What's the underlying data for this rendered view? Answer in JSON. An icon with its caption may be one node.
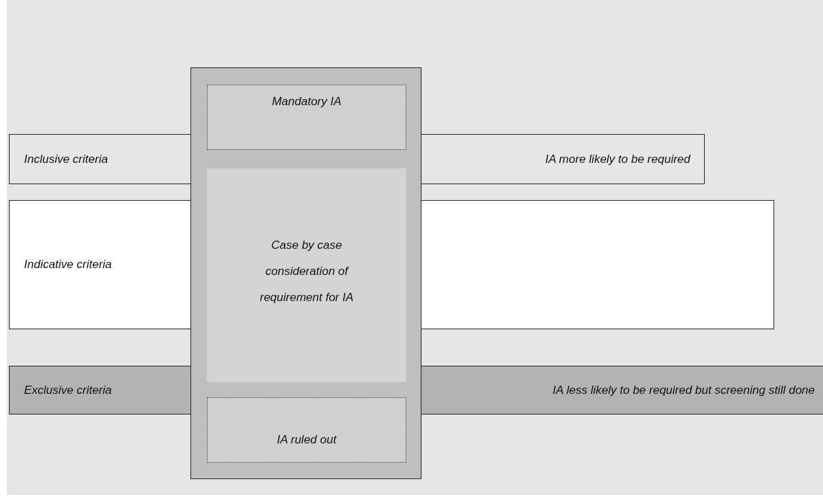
{
  "diagram": {
    "nodes": [
      {
        "text": [
          "Inclusive criteria",
          "IA more likely to be required"
        ]
      },
      {
        "text": [
          "Indicative criteria"
        ]
      },
      {
        "text": [
          "Exclusive criteria",
          "IA less likely to be required but screening still done"
        ]
      },
      {
        "text": [],
        "shape": "box"
      },
      {
        "text": [
          "Mandatory IA"
        ],
        "in": 3
      },
      {
        "text": [
          "Case by case consideration of requirement for IA"
        ],
        "in": 3
      },
      {
        "text": [
          "IA ruled out"
        ],
        "in": 3
      }
    ]
  }
}
